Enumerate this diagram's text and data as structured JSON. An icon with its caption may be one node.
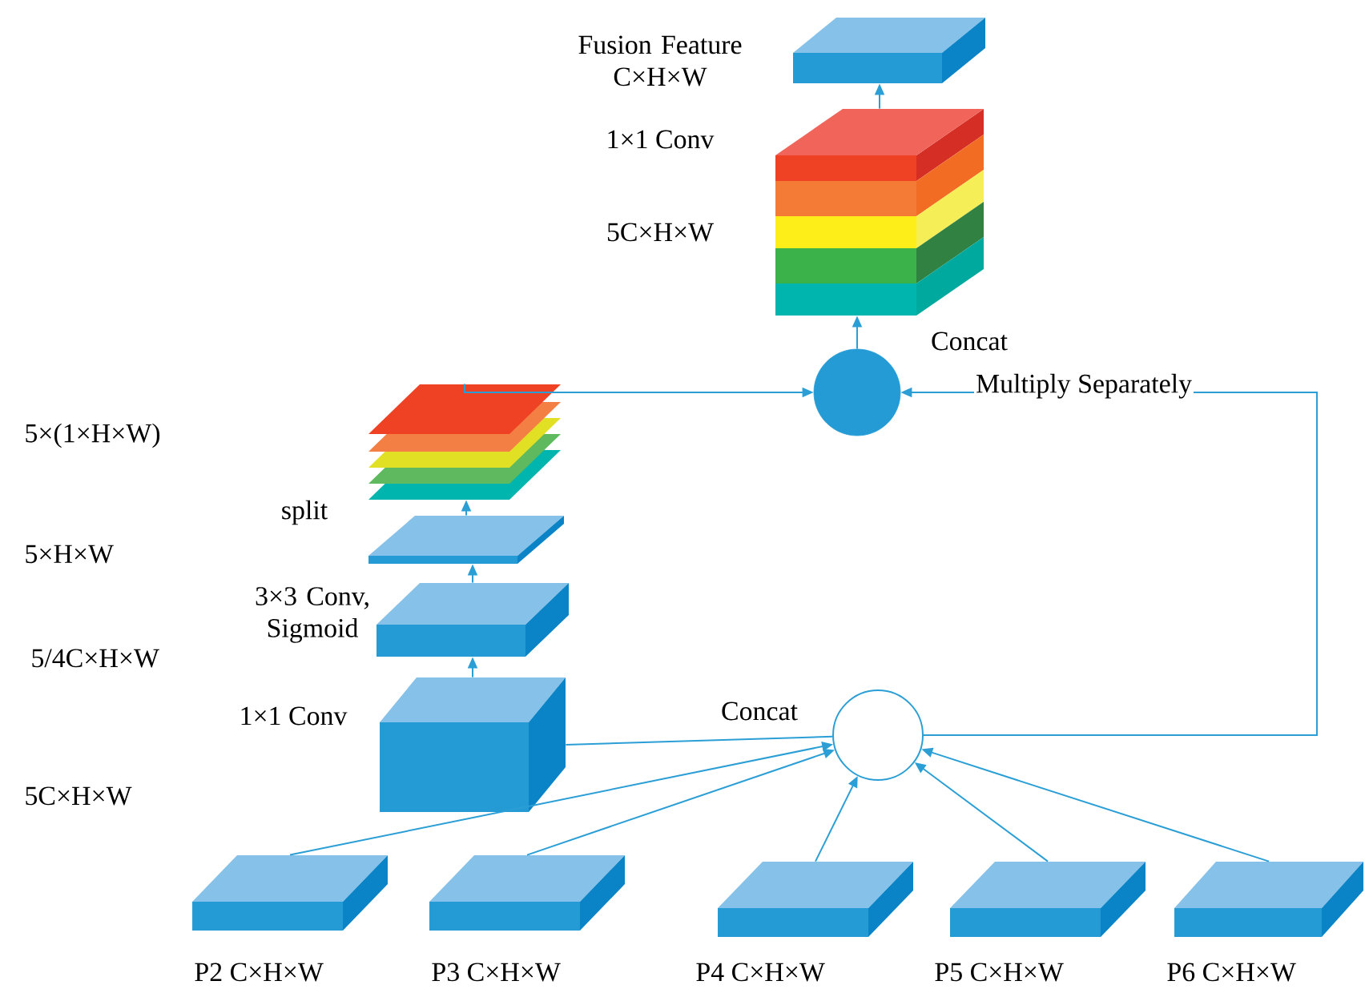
{
  "diagram": {
    "nodes": [
      {
        "text": [],
        "shape": "box",
        "beside": [
          "Fusion Feature C×H×W"
        ]
      },
      {
        "text": [],
        "shape": "box",
        "beside": [
          "1×1 Conv",
          "5C×H×W"
        ]
      },
      {
        "text": [],
        "shape": "circle",
        "beside": [
          "Concat"
        ]
      },
      {
        "text": [],
        "shape": "box",
        "beside": [
          "split"
        ]
      },
      {
        "text": [],
        "shape": "box"
      },
      {
        "text": [],
        "shape": "box",
        "beside": [
          "3×3 Conv, Sigmoid"
        ]
      },
      {
        "text": [],
        "shape": "box",
        "beside": [
          "1×1 Conv"
        ]
      },
      {
        "text": [],
        "shape": "circle",
        "beside": [
          "Concat"
        ]
      },
      {
        "text": [],
        "shape": "box",
        "beside": [
          "P2 C×H×W"
        ]
      },
      {
        "text": [],
        "shape": "box",
        "beside": [
          "P3 C×H×W"
        ]
      },
      {
        "text": [],
        "shape": "box",
        "beside": [
          "P4 C×H×W"
        ]
      },
      {
        "text": [],
        "shape": "box",
        "beside": [
          "P5 C×H×W"
        ]
      },
      {
        "text": [],
        "shape": "box",
        "beside": [
          "P6 C×H×W"
        ]
      }
    ],
    "edges": [
      {
        "from": 1,
        "to": 0,
        "arrow": "to"
      },
      {
        "from": 2,
        "to": 1,
        "arrow": "to"
      },
      {
        "from": 3,
        "to": 2,
        "arrow": "to"
      },
      {
        "from": 4,
        "to": 3,
        "arrow": "to"
      },
      {
        "from": 5,
        "to": 4,
        "arrow": "to"
      },
      {
        "from": 6,
        "to": 5,
        "arrow": "to"
      },
      {
        "from": 6,
        "to": 7,
        "arrow": "none"
      },
      {
        "from": 7,
        "to": 2,
        "arrow": "to",
        "label": "Multiply Separately"
      },
      {
        "from": 8,
        "to": 7,
        "arrow": "to"
      },
      {
        "from": 9,
        "to": 7,
        "arrow": "to"
      },
      {
        "from": 10,
        "to": 7,
        "arrow": "to"
      },
      {
        "from": 11,
        "to": 7,
        "arrow": "to"
      },
      {
        "from": 12,
        "to": 7,
        "arrow": "to"
      }
    ],
    "labels": [
      "5×(1×H×W)",
      "5×H×W",
      "5/4C×H×W",
      "5C×H×W"
    ]
  }
}
